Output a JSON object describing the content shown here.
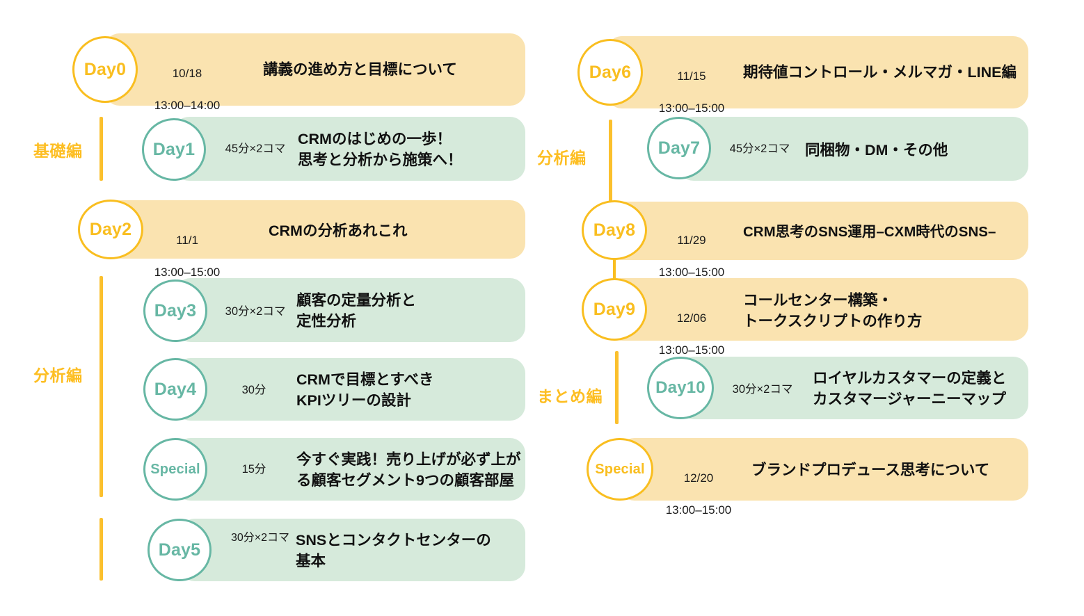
{
  "theme": {
    "amber_bar": "#FAE3B0",
    "green_bar": "#D6EADB",
    "amber_accent": "#F9BE20",
    "green_accent": "#67B7A4",
    "title_text": "#111111",
    "background": "#FFFFFF"
  },
  "sections": {
    "left_basic": "基礎編",
    "left_analysis": "分析編",
    "right_analysis": "分析編",
    "right_summary": "まとめ編"
  },
  "left_column": [
    {
      "badge": "Day0",
      "tone": "amber",
      "date": "10/18",
      "time": "13:00–14:00",
      "duration": "",
      "title": "講義の進め方と目標について"
    },
    {
      "badge": "Day1",
      "tone": "green",
      "date": "",
      "time": "",
      "duration": "45分×2コマ",
      "title": "CRMのはじめの一歩！\n思考と分析から施策へ！"
    },
    {
      "badge": "Day2",
      "tone": "amber",
      "date": "11/1",
      "time": "13:00–15:00",
      "duration": "",
      "title": "CRMの分析あれこれ"
    },
    {
      "badge": "Day3",
      "tone": "green",
      "date": "",
      "time": "",
      "duration": "30分×2コマ",
      "title": "顧客の定量分析と\n定性分析"
    },
    {
      "badge": "Day4",
      "tone": "green",
      "date": "",
      "time": "",
      "duration": "30分",
      "title": "CRMで目標とすべき\nKPIツリーの設計"
    },
    {
      "badge": "Special",
      "tone": "green",
      "date": "",
      "time": "",
      "duration": "15分",
      "title": "今すぐ実践！売り上げが必ず上が\nる顧客セグメント9つの顧客部屋"
    },
    {
      "badge": "Day5",
      "tone": "green",
      "date": "",
      "time": "",
      "duration": "30分×2コマ",
      "title": "SNSとコンタクトセンターの\n基本"
    }
  ],
  "right_column": [
    {
      "badge": "Day6",
      "tone": "amber",
      "date": "11/15",
      "time": "13:00–15:00",
      "duration": "",
      "title": "期待値コントロール・メルマガ・LINE編"
    },
    {
      "badge": "Day7",
      "tone": "green",
      "date": "",
      "time": "",
      "duration": "45分×2コマ",
      "title": "同梱物・DM・その他"
    },
    {
      "badge": "Day8",
      "tone": "amber",
      "date": "11/29",
      "time": "13:00–15:00",
      "duration": "",
      "title": "CRM思考のSNS運用–CXM時代のSNS–"
    },
    {
      "badge": "Day9",
      "tone": "amber",
      "date": "12/06",
      "time": "13:00–15:00",
      "duration": "",
      "title": "コールセンター構築・\nトークスクリプトの作り方"
    },
    {
      "badge": "Day10",
      "tone": "green",
      "date": "",
      "time": "",
      "duration": "30分×2コマ",
      "title": "ロイヤルカスタマーの定義と\nカスタマージャーニーマップ"
    },
    {
      "badge": "Special",
      "tone": "amber",
      "date": "12/20",
      "time": "13:00–15:00",
      "duration": "",
      "title": "ブランドプロデュース思考について"
    }
  ]
}
